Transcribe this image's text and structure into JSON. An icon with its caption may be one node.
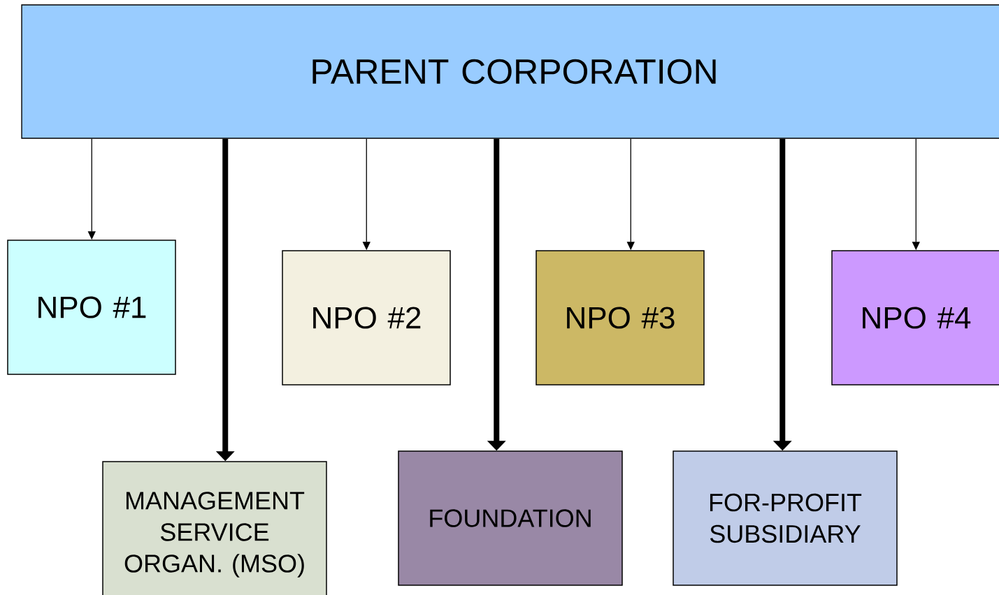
{
  "diagram": {
    "nodes": [
      {
        "text": [
          "PARENT CORPORATION"
        ]
      },
      {
        "text": [
          "NPO #1"
        ]
      },
      {
        "text": [
          "NPO #2"
        ]
      },
      {
        "text": [
          "NPO #3"
        ]
      },
      {
        "text": [
          "NPO #4"
        ]
      },
      {
        "text": [
          "MANAGEMENT SERVICE ORGAN. (MSO)"
        ]
      },
      {
        "text": [
          "FOUNDATION"
        ]
      },
      {
        "text": [
          "FOR-PROFIT SUBSIDIARY"
        ]
      }
    ],
    "edges": [
      {
        "from": 0,
        "to": 1,
        "arrow": "to"
      },
      {
        "from": 0,
        "to": 2,
        "arrow": "to"
      },
      {
        "from": 0,
        "to": 3,
        "arrow": "to"
      },
      {
        "from": 0,
        "to": 4,
        "arrow": "to"
      },
      {
        "from": 0,
        "to": 5,
        "arrow": "to",
        "style": "thick"
      },
      {
        "from": 0,
        "to": 6,
        "arrow": "to",
        "style": "thick"
      },
      {
        "from": 0,
        "to": 7,
        "arrow": "to",
        "style": "thick"
      }
    ]
  }
}
